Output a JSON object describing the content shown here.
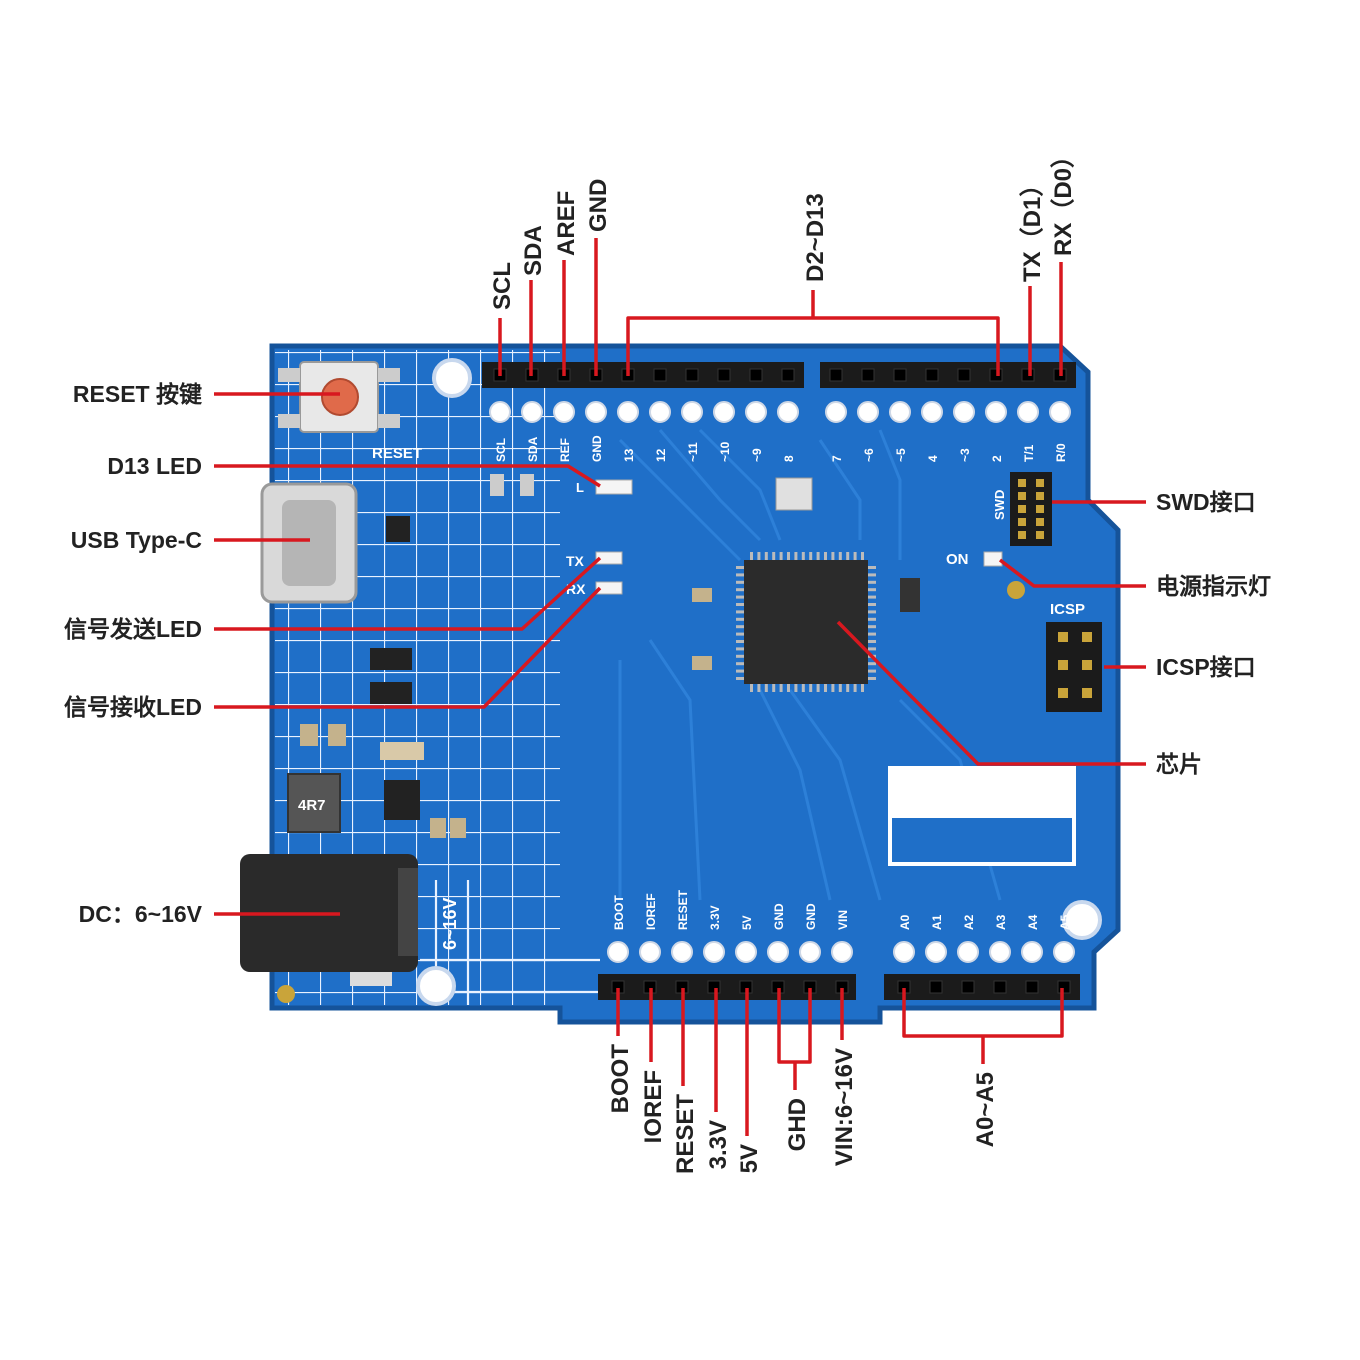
{
  "colors": {
    "board": "#1f6fc8",
    "board_edge": "#15539a",
    "grid": "#e9f2ff",
    "callout": "#d8181f",
    "header": "#1b1b1b",
    "pin_gold": "#c9a43a",
    "text": "#222222"
  },
  "labels": {
    "scl": "SCL",
    "sda": "SDA",
    "aref": "AREF",
    "gnd": "GND",
    "d2_d13": "D2~D13",
    "tx_d1": "TX（D1）",
    "rx_d0": "RX（D0）",
    "reset_key": "RESET 按键",
    "d13_led": "D13 LED",
    "usb_type_c": "USB Type-C",
    "tx_led": "信号发送LED",
    "rx_led": "信号接收LED",
    "dc_input": "DC：6~16V",
    "swd_port": "SWD接口",
    "power_led": "电源指示灯",
    "icsp_port": "ICSP接口",
    "chip": "芯片",
    "boot": "BOOT",
    "ioref": "IOREF",
    "reset": "RESET",
    "v33": "3.3V",
    "v5": "5V",
    "ghd": "GHD",
    "vin": "VIN:6~16V",
    "a0_a5": "A0~A5"
  },
  "silkscreen": {
    "reset": "RESET",
    "tx": "TX",
    "rx": "RX",
    "l": "L",
    "on": "ON",
    "swd": "SWD",
    "icsp": "ICSP",
    "dc_range": "6~16V",
    "inductor": "4R7",
    "top_pins": [
      "SCL",
      "SDA",
      "REF",
      "GND",
      "13",
      "12",
      "~11",
      "~10",
      "~9",
      "8",
      "7",
      "~6",
      "~5",
      "4",
      "~3",
      "2",
      "T/1",
      "R/0"
    ],
    "bottom_pins": [
      "BOOT",
      "IOREF",
      "RESET",
      "3.3V",
      "5V",
      "GND",
      "GND",
      "VIN"
    ],
    "analog_pins": [
      "A0",
      "A1",
      "A2",
      "A3",
      "A4",
      "A5"
    ]
  }
}
